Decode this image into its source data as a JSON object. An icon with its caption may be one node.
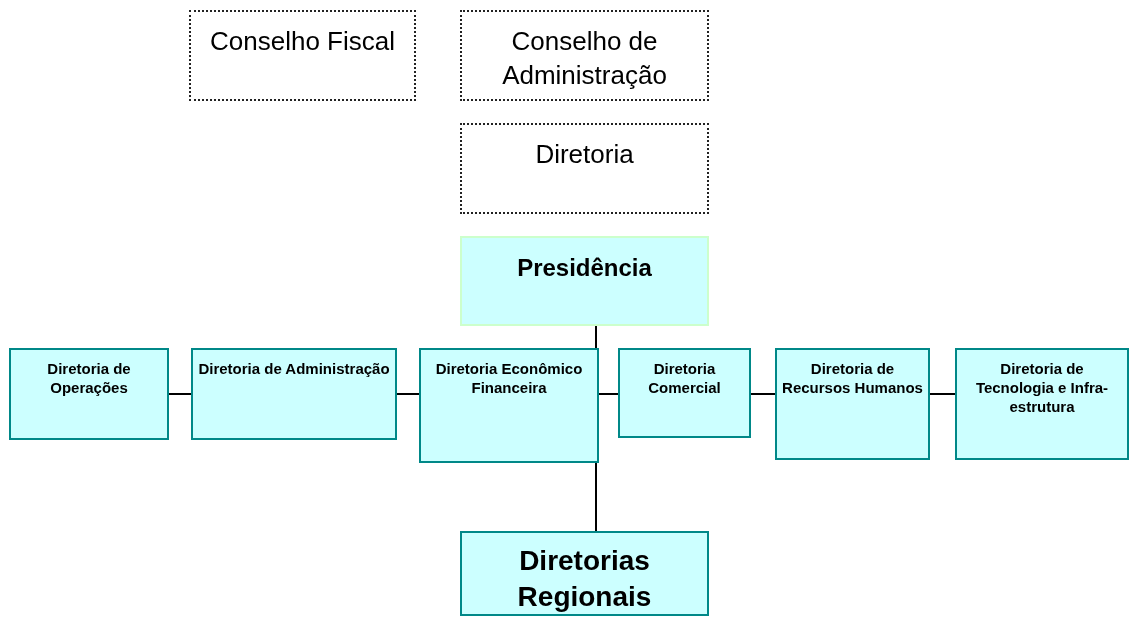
{
  "diagram": {
    "nodes": [
      {
        "text": [
          "Conselho Fiscal"
        ]
      },
      {
        "text": [
          "Conselho de Administração"
        ]
      },
      {
        "text": [
          "Diretoria"
        ]
      },
      {
        "text": [
          "Presidência"
        ]
      },
      {
        "text": [
          "Diretoria de Operações"
        ]
      },
      {
        "text": [
          "Diretoria de Administração"
        ]
      },
      {
        "text": [
          "Diretoria Econômico Financeira"
        ]
      },
      {
        "text": [
          "Diretoria Comercial"
        ]
      },
      {
        "text": [
          "Diretoria de Recursos Humanos"
        ]
      },
      {
        "text": [
          "Diretoria de Tecnologia e Infra-estrutura"
        ]
      },
      {
        "text": [
          "Diretorias Regionais"
        ]
      }
    ],
    "edges": [
      {
        "from": 3,
        "to": 10,
        "arrow": "none"
      },
      {
        "from": 4,
        "to": 5,
        "arrow": "none"
      },
      {
        "from": 5,
        "to": 6,
        "arrow": "none"
      },
      {
        "from": 6,
        "to": 7,
        "arrow": "none"
      },
      {
        "from": 7,
        "to": 8,
        "arrow": "none"
      },
      {
        "from": 8,
        "to": 9,
        "arrow": "none"
      }
    ]
  }
}
